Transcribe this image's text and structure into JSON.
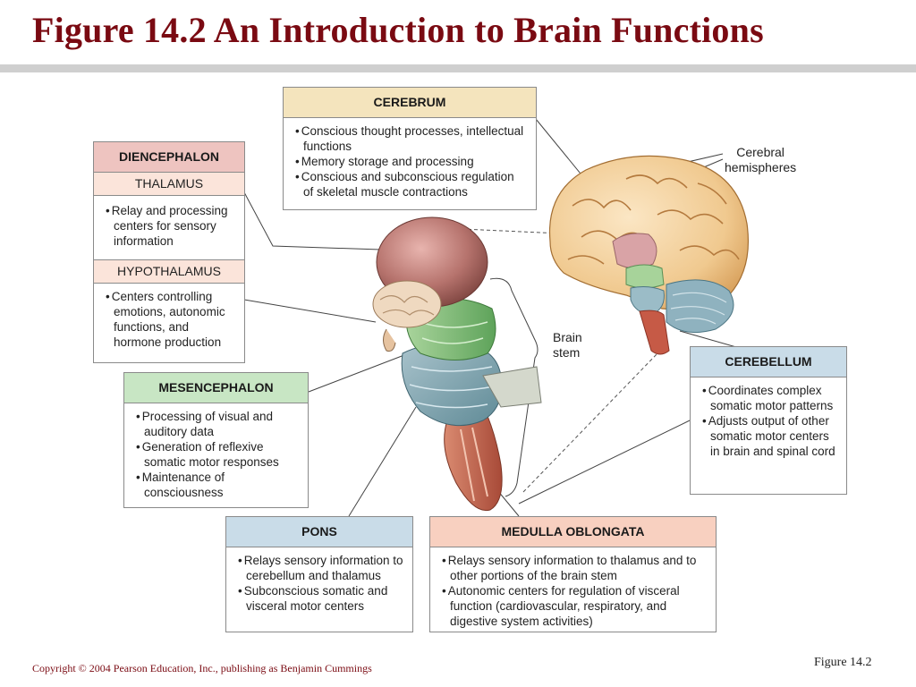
{
  "slide": {
    "title": "Figure 14.2  An Introduction to Brain Functions",
    "copyright": "Copyright © 2004 Pearson Education, Inc., publishing as Benjamin Cummings",
    "figure_label": "Figure 14.2"
  },
  "labels": {
    "cerebral_hemispheres_line1": "Cerebral",
    "cerebral_hemispheres_line2": "hemispheres",
    "brain_stem_line1": "Brain",
    "brain_stem_line2": "stem"
  },
  "colors": {
    "title": "#7a0a12",
    "cerebrum_header": "#f4e4bd",
    "diencephalon_header": "#eec4c0",
    "thalamus_header": "#fbe4da",
    "mesencephalon_header": "#c8e6c4",
    "pons_header": "#c9dce8",
    "medulla_header": "#f8d0c0",
    "cerebellum_header": "#c9dce8"
  },
  "boxes": {
    "cerebrum": {
      "title": "CEREBRUM",
      "items": [
        "Conscious thought processes, intellectual functions",
        "Memory storage and processing",
        "Conscious and subconscious regulation of skeletal muscle contractions"
      ]
    },
    "diencephalon": {
      "title": "DIENCEPHALON",
      "thalamus": {
        "title": "THALAMUS",
        "items": [
          "Relay and processing centers for sensory information"
        ]
      },
      "hypothalamus": {
        "title": "HYPOTHALAMUS",
        "items": [
          "Centers controlling emotions, autonomic functions, and hormone production"
        ]
      }
    },
    "mesencephalon": {
      "title": "MESENCEPHALON",
      "items": [
        "Processing of visual and auditory data",
        "Generation of reflexive somatic motor responses",
        "Maintenance of consciousness"
      ]
    },
    "cerebellum": {
      "title": "CEREBELLUM",
      "items": [
        "Coordinates complex somatic motor patterns",
        "Adjusts output of other somatic motor centers in brain and spinal cord"
      ]
    },
    "pons": {
      "title": "PONS",
      "items": [
        "Relays sensory information to cerebellum and thalamus",
        "Subconscious somatic and visceral motor centers"
      ]
    },
    "medulla": {
      "title": "MEDULLA OBLONGATA",
      "items": [
        "Relays sensory information to thalamus and to other portions of the brain stem",
        "Autonomic centers for regulation of visceral function (cardiovascular, respiratory, and digestive system activities)"
      ]
    }
  }
}
